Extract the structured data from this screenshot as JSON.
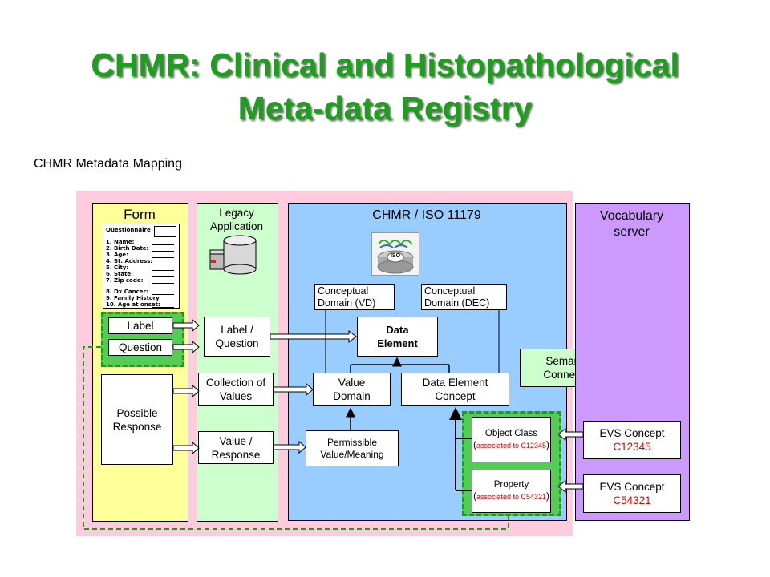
{
  "title": {
    "line1": "CHMR: Clinical and Histopathological",
    "line2": "Meta-data Registry"
  },
  "subtitle": "CHMR Metadata Mapping",
  "columns": {
    "form": "Form",
    "legacy": "Legacy Application",
    "iso": "CHMR / ISO 11179",
    "vocab": "Vocabulary server"
  },
  "questionnaire": {
    "title": "Questionnaire",
    "lines": [
      "1.  Name:",
      "2.  Birth Date:",
      "3.  Age:",
      "4.  St. Address:",
      "5.  City:",
      "6.  State:",
      "7.  Zip code:",
      "8.  Dx Cancer:",
      "9.  Family History",
      "10. Age at onset:"
    ]
  },
  "form_items": {
    "label": "Label",
    "question": "Question",
    "possible_response": "Possible Response"
  },
  "legacy_items": {
    "label_question": "Label / Question",
    "collection": "Collection of Values",
    "value_response": "Value / Response"
  },
  "iso_items": {
    "cd_vd": "Conceptual Domain (VD)",
    "cd_dec": "Conceptual Domain (DEC)",
    "data_element": "Data Element",
    "value_domain": "Value Domain",
    "dec": "Data Element Concept",
    "permissible": "Permissible Value/Meaning",
    "object_class": "Object Class",
    "object_assoc": "associated to C12345",
    "property": "Property",
    "property_assoc": "associated to C54321",
    "iso_badge": "ISO"
  },
  "semantic_connector": "Semantic Connector",
  "evs": [
    {
      "label": "EVS Concept",
      "code": "C12345"
    },
    {
      "label": "EVS Concept",
      "code": "C54321"
    }
  ],
  "colors": {
    "title_green": "#1aa01a",
    "pink_bg": "#ffccdd",
    "form_yellow": "#ffff99",
    "legacy_green": "#ccffcc",
    "iso_blue": "#99ccff",
    "vocab_purple": "#cc99ff",
    "code_red": "#e00000"
  }
}
